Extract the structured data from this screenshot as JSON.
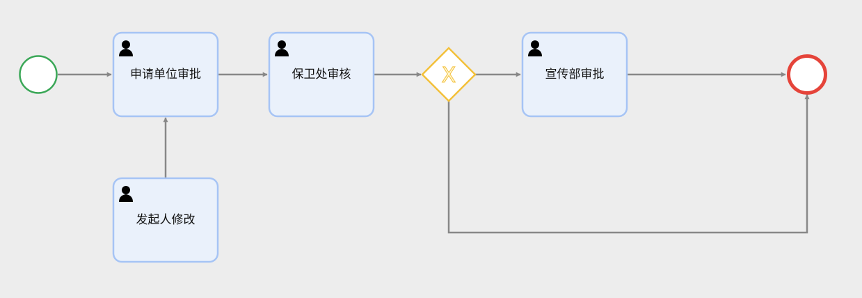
{
  "diagram": {
    "tasks": {
      "unit_approval": "申请单位审批",
      "security_review": "保卫处审核",
      "publicity_approval": "宣传部审批",
      "initiator_modify": "发起人修改"
    },
    "gateway_symbol": "X",
    "colors": {
      "background": "#ededed",
      "task_fill": "#eaf1fb",
      "task_border": "#a6c4f5",
      "edge": "#888888",
      "start_event": "#3aa757",
      "end_event": "#e5443a",
      "gateway": "#f3c03a"
    },
    "icons": {
      "task": "user-icon",
      "gateway": "exclusive-gateway-icon"
    }
  }
}
